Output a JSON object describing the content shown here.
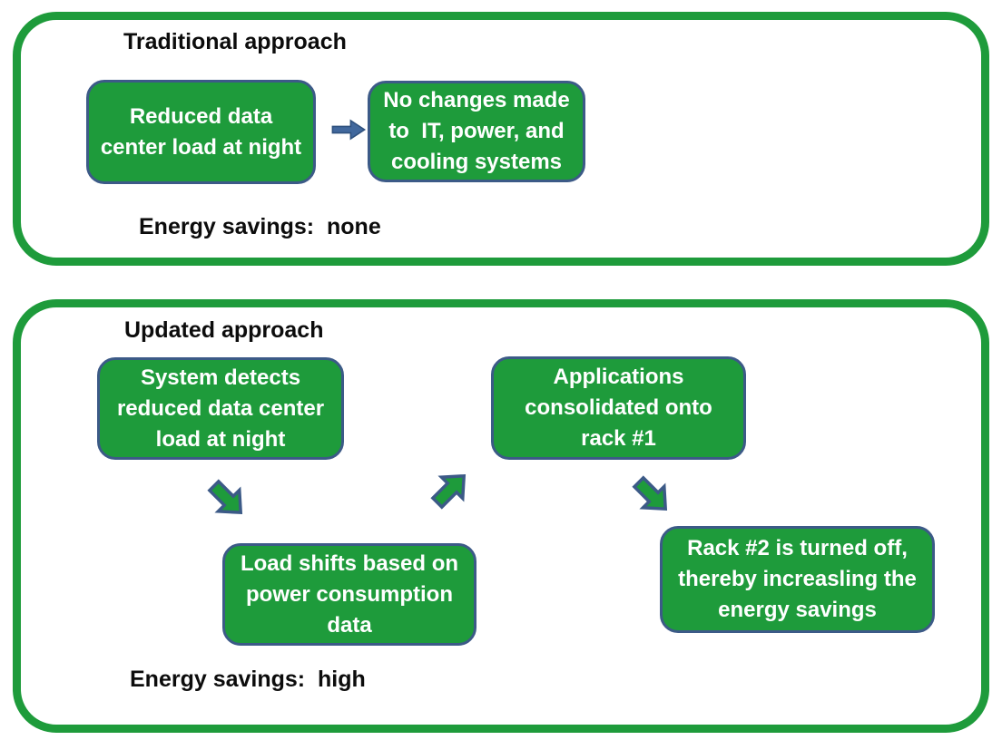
{
  "colors": {
    "panel_border_green": "#1E9B3B",
    "node_fill_green": "#1E9B3B",
    "node_border_blue": "#3C5A87",
    "flow_arrow_blue": "#41689D",
    "flow_arrow_outline": "#2F517E",
    "heading_text": "#0c0c0c",
    "node_text": "#ffffff",
    "background": "#ffffff"
  },
  "icons": {
    "flow_arrow": "right-block-arrow",
    "down_right_arrow": "down-right-block-arrow",
    "up_right_arrow": "up-right-block-arrow"
  },
  "traditional": {
    "title": "Traditional approach",
    "boxes": {
      "reduced_load": {
        "lines": [
          "Reduced data",
          "center load at night"
        ]
      },
      "no_changes": {
        "lines": [
          "No changes made",
          "to  IT, power, and",
          "cooling systems"
        ]
      }
    },
    "savings_label": "Energy savings:  none"
  },
  "updated": {
    "title": "Updated approach",
    "boxes": {
      "system_detects": {
        "lines": [
          "System detects",
          "reduced data center",
          "load at night"
        ]
      },
      "applications": {
        "lines": [
          "Applications",
          "consolidated onto",
          "rack #1"
        ]
      },
      "load_shifts": {
        "lines": [
          "Load shifts based on",
          "power consumption",
          "data"
        ]
      },
      "rack_off": {
        "lines": [
          "Rack #2 is turned off,",
          "thereby increasling the",
          "energy savings"
        ]
      }
    },
    "savings_label": "Energy savings:  high"
  }
}
